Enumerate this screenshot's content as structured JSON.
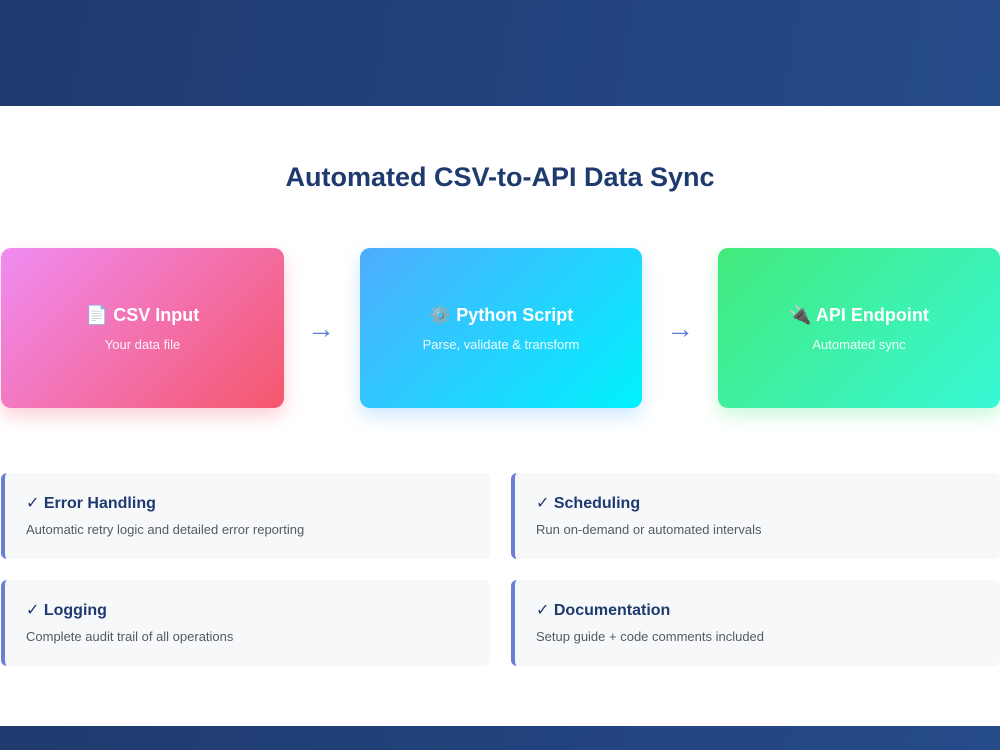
{
  "title": "Automated CSV-to-API Data Sync",
  "flow": [
    {
      "icon": "📄",
      "icon_name": "document-icon",
      "label": "CSV Input",
      "sublabel": "Your data file"
    },
    {
      "icon": "⚙️",
      "icon_name": "gear-icon",
      "label": "Python Script",
      "sublabel": "Parse, validate & transform"
    },
    {
      "icon": "🔌",
      "icon_name": "plug-icon",
      "label": "API Endpoint",
      "sublabel": "Automated sync"
    }
  ],
  "arrow_glyph": "→",
  "check_glyph": "✓",
  "features": [
    {
      "title": "Error Handling",
      "description": "Automatic retry logic and detailed error reporting"
    },
    {
      "title": "Scheduling",
      "description": "Run on-demand or automated intervals"
    },
    {
      "title": "Logging",
      "description": "Complete audit trail of all operations"
    },
    {
      "title": "Documentation",
      "description": "Setup guide + code comments included"
    }
  ],
  "colors": {
    "header": "#1e3a6e",
    "csv_gradient": [
      "#f08cf3",
      "#f5576c"
    ],
    "python_gradient": [
      "#4facfe",
      "#00f2fe"
    ],
    "api_gradient": [
      "#43e97b",
      "#38f9d7"
    ],
    "feature_accent": "#6b7fd4"
  }
}
